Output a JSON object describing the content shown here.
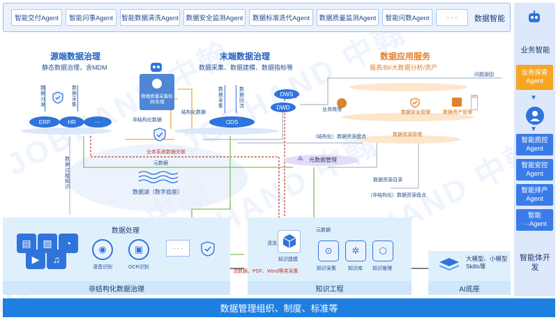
{
  "top_agents": [
    "智能交付Agent",
    "智能问事Agent",
    "智能数据清洗Agent",
    "数据安全监测Agent",
    "数据标准迭代Agent",
    "数据质量监测Agent",
    "智能问数Agent",
    "· · ·"
  ],
  "top_title": "数据智能",
  "right": {
    "biz_title": "业务智能",
    "probe_agent": "业务探查Agent",
    "agents": [
      "智能质控Agent",
      "智能安控Agent",
      "智能排产Agent",
      "智能···Agent"
    ],
    "footer": "智能体开发"
  },
  "watermark": "JOBHAND 中翰",
  "source": {
    "title": "源端数据治理",
    "subtitle": "静态数据治理，含MDM",
    "disks": [
      "ERP",
      "HR",
      "···"
    ],
    "label_share": "数据分发",
    "label_collect": "数据采集"
  },
  "bot_panel": {
    "label": "数据质量采集检测/处理"
  },
  "end": {
    "title": "末端数据治理",
    "subtitle": "数据采集、数据建模、数据指标等",
    "label_collect": "数据采集",
    "label_return": "数据回流",
    "ods": "ODS",
    "dws": "DWS",
    "dwd": "DWD"
  },
  "app": {
    "title": "数据应用服务",
    "subtitle": "报表/BI/大数据分析/资产",
    "biz_sort": "业务梳理",
    "sec_mgmt": "数据安全管理",
    "asset_mgmt": "数据资产管理",
    "res_mgmt": "数据资源管理",
    "api": "API",
    "problem_src": "问题源因"
  },
  "labels": {
    "unstructured_data": "非结构化数据",
    "structured_data": "结构化数据",
    "biz_relation": "业务系统数据关联",
    "metadata": "元数据",
    "structured_res": "（结构化）数据资源盘点",
    "data_res_dir": "数据资源目录",
    "unstructured_res": "（非结构化）数据资源盘点",
    "lake": "数据湖（数字底座）",
    "lake_collect": "数据过程知识",
    "metadata_mgmt": "元数据管理",
    "metadata2": "元数据",
    "sources": "流数据、PDF、Word等类采集",
    "qinglian": "清洗"
  },
  "process": {
    "title": "数据处理",
    "voice": "语音识别",
    "ocr": "OCR识别",
    "more": "· · ·"
  },
  "knowledge": {
    "modeling": "知识建模",
    "collect": "知识采集",
    "base": "知识库",
    "reason": "知识推理"
  },
  "ai": {
    "models": "大模型、小模型\nSkills等"
  },
  "sections": [
    "非结构化数据治理",
    "知识工程",
    "AI底座"
  ],
  "footer": "数据管理组织、制度、标准等",
  "colors": {
    "primary": "#2f74db",
    "accent": "#f6a623",
    "bar": "#1f7fe0"
  }
}
